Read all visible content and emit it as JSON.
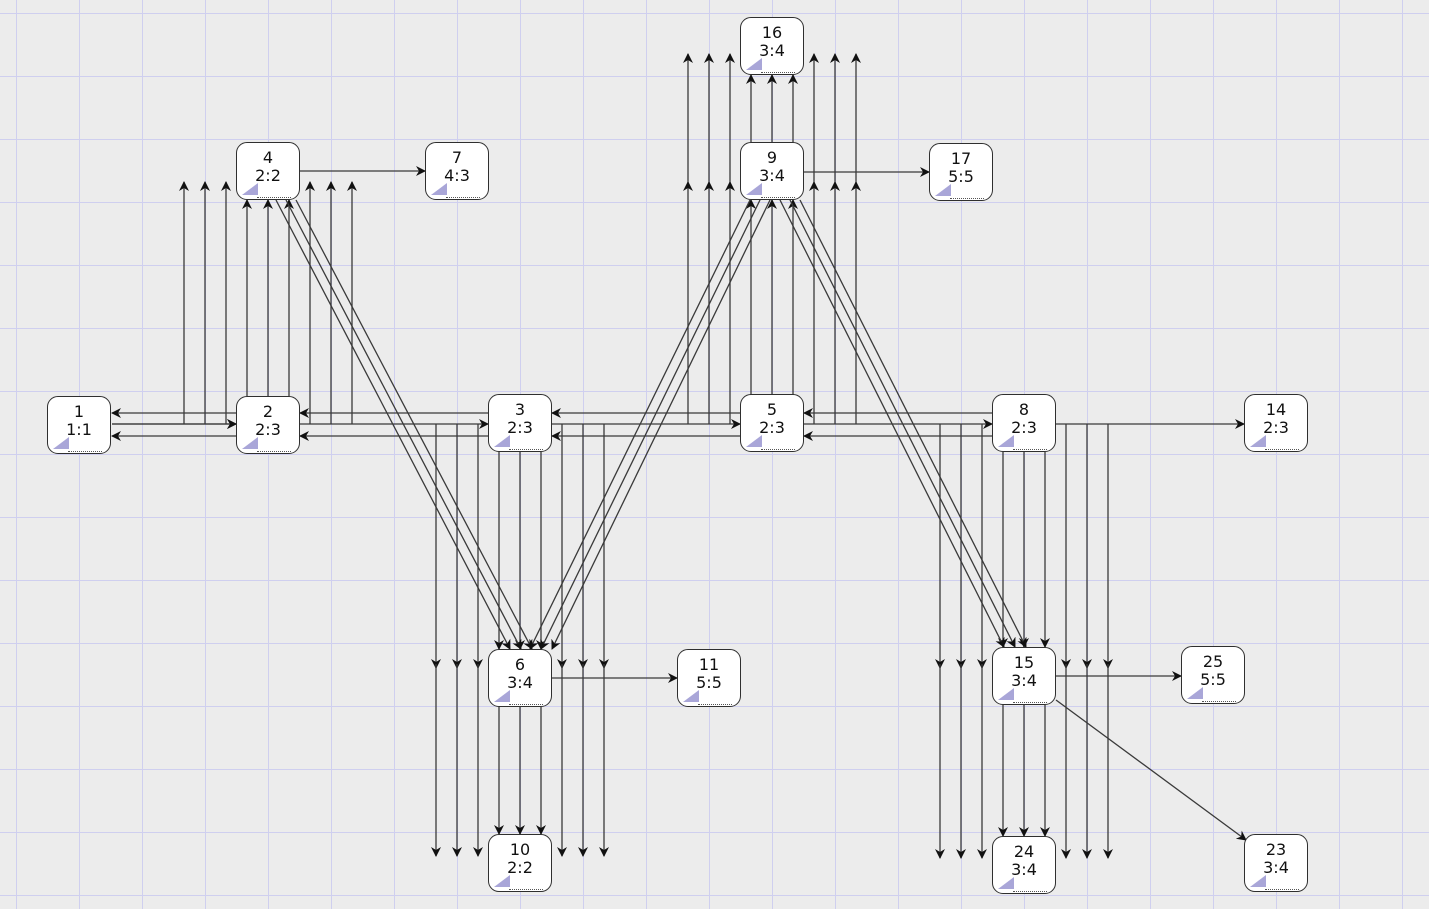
{
  "graph": {
    "nodes": [
      {
        "id": "1",
        "label": "1:1"
      },
      {
        "id": "2",
        "label": "2:3"
      },
      {
        "id": "3",
        "label": "2:3"
      },
      {
        "id": "4",
        "label": "2:2"
      },
      {
        "id": "5",
        "label": "2:3"
      },
      {
        "id": "6",
        "label": "3:4"
      },
      {
        "id": "7",
        "label": "4:3"
      },
      {
        "id": "8",
        "label": "2:3"
      },
      {
        "id": "9",
        "label": "3:4"
      },
      {
        "id": "10",
        "label": "2:2"
      },
      {
        "id": "11",
        "label": "5:5"
      },
      {
        "id": "14",
        "label": "2:3"
      },
      {
        "id": "15",
        "label": "3:4"
      },
      {
        "id": "16",
        "label": "3:4"
      },
      {
        "id": "17",
        "label": "5:5"
      },
      {
        "id": "23",
        "label": "3:4"
      },
      {
        "id": "24",
        "label": "3:4"
      },
      {
        "id": "25",
        "label": "5:5"
      }
    ],
    "edges": [
      [
        "1",
        "2"
      ],
      [
        "1",
        "2"
      ],
      [
        "2",
        "1"
      ],
      [
        "2",
        "1"
      ],
      [
        "2",
        "3"
      ],
      [
        "3",
        "2"
      ],
      [
        "3",
        "2"
      ],
      [
        "3",
        "5"
      ],
      [
        "5",
        "3"
      ],
      [
        "5",
        "3"
      ],
      [
        "5",
        "8"
      ],
      [
        "8",
        "5"
      ],
      [
        "8",
        "5"
      ],
      [
        "2",
        "4"
      ],
      [
        "2",
        "4"
      ],
      [
        "2",
        "4"
      ],
      [
        "2",
        "4"
      ],
      [
        "2",
        "4"
      ],
      [
        "2",
        "4"
      ],
      [
        "2",
        "4"
      ],
      [
        "2",
        "4"
      ],
      [
        "2",
        "4"
      ],
      [
        "4",
        "7"
      ],
      [
        "5",
        "9"
      ],
      [
        "5",
        "9"
      ],
      [
        "5",
        "9"
      ],
      [
        "5",
        "9"
      ],
      [
        "5",
        "9"
      ],
      [
        "5",
        "9"
      ],
      [
        "5",
        "9"
      ],
      [
        "5",
        "9"
      ],
      [
        "5",
        "9"
      ],
      [
        "9",
        "16"
      ],
      [
        "9",
        "16"
      ],
      [
        "9",
        "16"
      ],
      [
        "9",
        "16"
      ],
      [
        "9",
        "16"
      ],
      [
        "9",
        "16"
      ],
      [
        "9",
        "16"
      ],
      [
        "9",
        "16"
      ],
      [
        "9",
        "16"
      ],
      [
        "9",
        "17"
      ],
      [
        "3",
        "6"
      ],
      [
        "3",
        "6"
      ],
      [
        "3",
        "6"
      ],
      [
        "3",
        "6"
      ],
      [
        "3",
        "6"
      ],
      [
        "3",
        "6"
      ],
      [
        "3",
        "6"
      ],
      [
        "3",
        "6"
      ],
      [
        "3",
        "6"
      ],
      [
        "6",
        "10"
      ],
      [
        "6",
        "10"
      ],
      [
        "6",
        "10"
      ],
      [
        "6",
        "10"
      ],
      [
        "6",
        "10"
      ],
      [
        "6",
        "10"
      ],
      [
        "6",
        "10"
      ],
      [
        "6",
        "10"
      ],
      [
        "6",
        "10"
      ],
      [
        "6",
        "11"
      ],
      [
        "8",
        "15"
      ],
      [
        "8",
        "15"
      ],
      [
        "8",
        "15"
      ],
      [
        "8",
        "15"
      ],
      [
        "8",
        "15"
      ],
      [
        "8",
        "15"
      ],
      [
        "8",
        "15"
      ],
      [
        "8",
        "15"
      ],
      [
        "8",
        "15"
      ],
      [
        "15",
        "24"
      ],
      [
        "15",
        "24"
      ],
      [
        "15",
        "24"
      ],
      [
        "15",
        "24"
      ],
      [
        "15",
        "24"
      ],
      [
        "15",
        "24"
      ],
      [
        "15",
        "24"
      ],
      [
        "15",
        "24"
      ],
      [
        "15",
        "24"
      ],
      [
        "8",
        "14"
      ],
      [
        "15",
        "25"
      ],
      [
        "15",
        "23"
      ],
      [
        "4",
        "6"
      ],
      [
        "4",
        "6"
      ],
      [
        "4",
        "6"
      ],
      [
        "9",
        "6"
      ],
      [
        "9",
        "6"
      ],
      [
        "9",
        "6"
      ],
      [
        "9",
        "15"
      ],
      [
        "9",
        "15"
      ],
      [
        "9",
        "15"
      ]
    ]
  }
}
